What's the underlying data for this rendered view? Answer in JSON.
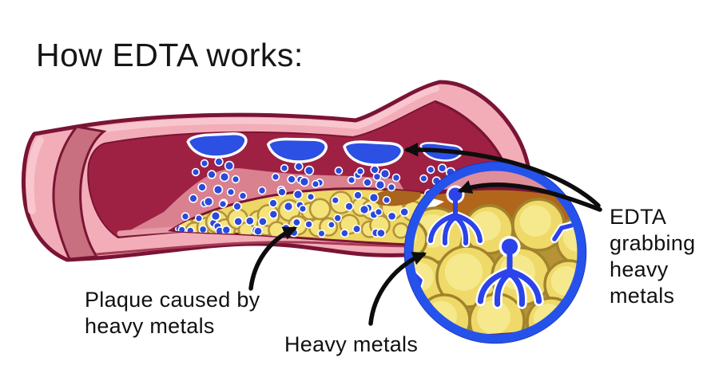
{
  "title": "How EDTA works:",
  "labels": {
    "plaque": {
      "line1": "Plaque caused by",
      "line2": "heavy metals"
    },
    "heavy_metals": "Heavy metals",
    "edta": {
      "line1": "EDTA",
      "line2": "grabbing",
      "line3": "heavy",
      "line4": "metals"
    }
  },
  "diagram": {
    "edta_deposit_count": 4,
    "inset_type": "magnified-view"
  },
  "colors": {
    "background": "#ffffff",
    "text": "#111111",
    "vessel_outline": "#7a1434",
    "vessel_wall": "#f3adb8",
    "vessel_wall_highlight": "#f8c6ce",
    "vessel_cut_ring": "#c8707f",
    "lumen": "#da8190",
    "lumen_shadow": "#9e2143",
    "plaque_fill": "#edd765",
    "plaque_globule": "#f5e37b",
    "plaque_globule_outline": "#b2923a",
    "metal_dot": "#2b49db",
    "edta_blue": "#2b50e3",
    "inset_ring": "#2552ea",
    "inset_brown": "#b2661c",
    "arrow": "#0d0d0d"
  }
}
